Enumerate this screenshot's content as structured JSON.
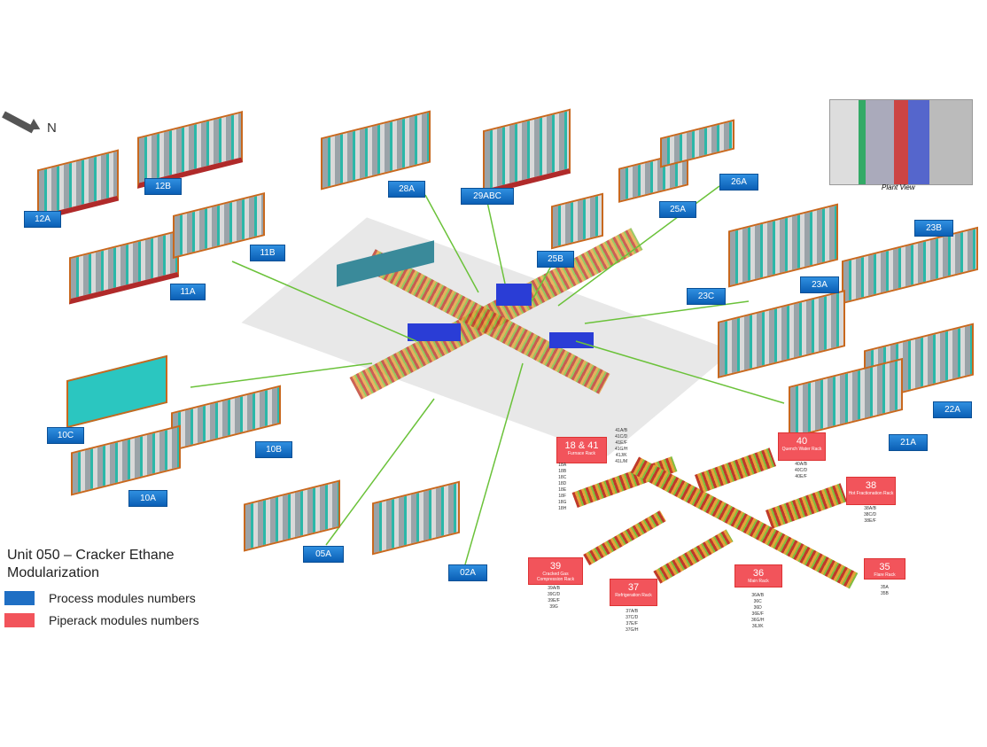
{
  "north": {
    "label": "N",
    "icon": "north-arrow-icon"
  },
  "plant_view": {
    "label": "Plant View"
  },
  "legend": {
    "title_line1": "Unit 050 – Cracker Ethane",
    "title_line2": "Modularization",
    "process": "Process modules numbers",
    "piperack": "Piperack modules numbers",
    "process_color": "#1f6fc4",
    "piperack_color": "#f2545b"
  },
  "process_modules": [
    "12A",
    "12B",
    "11B",
    "11A",
    "28A",
    "29ABC",
    "25B",
    "25A",
    "26A",
    "23B",
    "23C",
    "23A",
    "22A",
    "21A",
    "10C",
    "10B",
    "10A",
    "05A",
    "02A"
  ],
  "piperacks": [
    {
      "number": "18 & 41",
      "name": "Furnace Rack",
      "codes": "18A\n18B\n18C\n18D\n18E\n18F\n18G\n18H",
      "codes2": "41A/B\n41C/D\n41E/F\n41G/H\n41J/K\n41L/M"
    },
    {
      "number": "40",
      "name": "Quench Water Rack",
      "codes": "40A/B\n40C/D\n40E/F"
    },
    {
      "number": "38",
      "name": "Hot Fractionation Rack",
      "codes": "38A/B\n38C/D\n38E/F"
    },
    {
      "number": "39",
      "name": "Cracked Gas Compression Rack",
      "codes": "39A/B\n39C/D\n39E/F\n39G"
    },
    {
      "number": "37",
      "name": "Refrigeration Rack",
      "codes": "37A/B\n37C/D\n37E/F\n37G/H"
    },
    {
      "number": "36",
      "name": "Main Rack",
      "codes": "36A/B\n36C\n36D\n36E/F\n36G/H\n36J/K"
    },
    {
      "number": "35",
      "name": "Flare Rack",
      "codes": "35A\n35B"
    }
  ]
}
